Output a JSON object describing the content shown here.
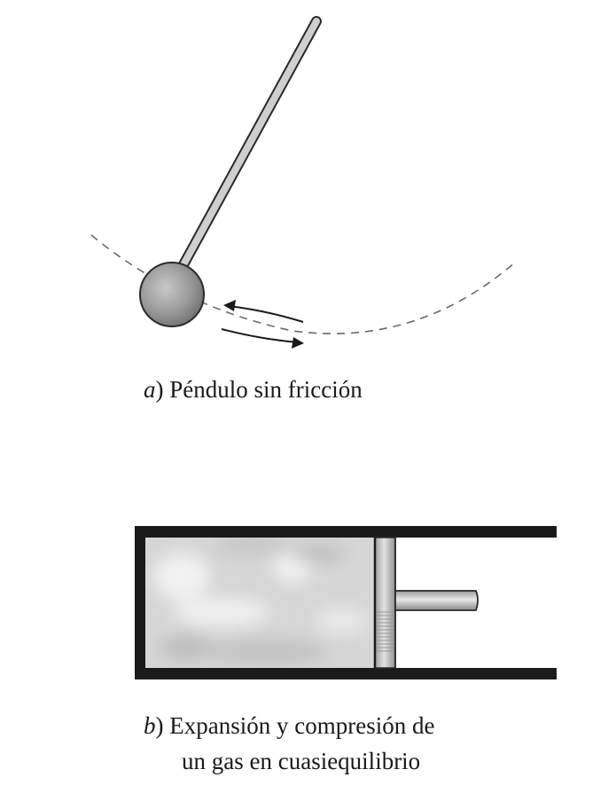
{
  "figure_a": {
    "label_letter": "a",
    "label_paren": ")",
    "caption": " Péndulo sin fricción"
  },
  "figure_b": {
    "label_letter": "b",
    "label_paren": ")",
    "caption_line1": " Expansión y compresión de",
    "caption_line2": "un gas en cuasiequilibrio"
  }
}
